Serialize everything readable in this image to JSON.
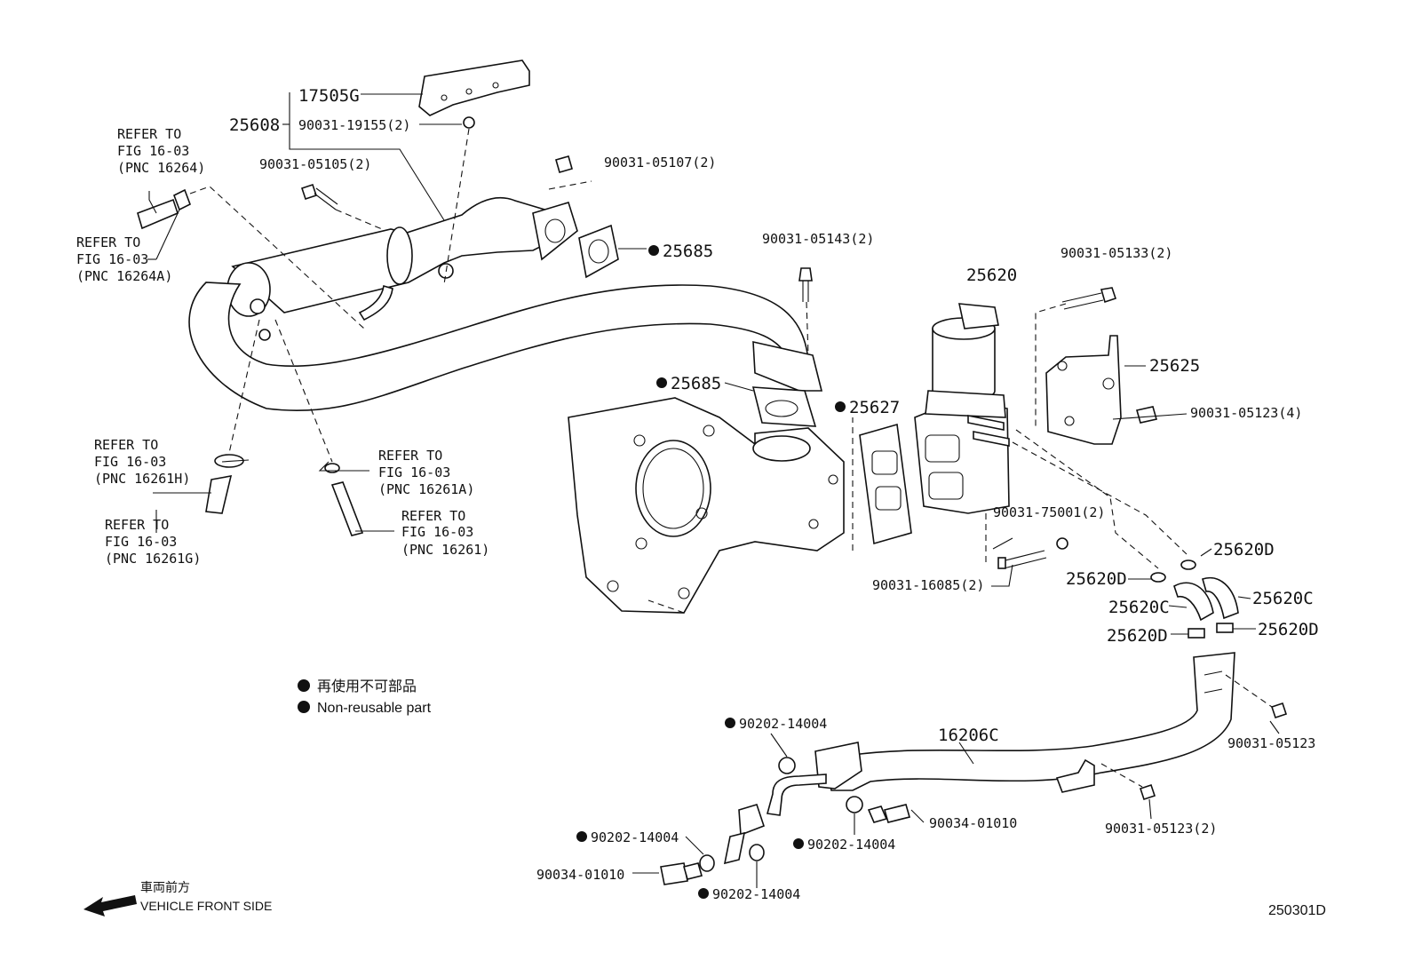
{
  "diagram_id": "250301D",
  "parts": {
    "p17505G": "17505G",
    "p25608": "25608",
    "p90031_19155": "90031-19155(2)",
    "p90031_05105": "90031-05105(2)",
    "p90031_05107": "90031-05107(2)",
    "p25685_top": "25685",
    "p90031_05143": "90031-05143(2)",
    "p25620": "25620",
    "p90031_05133": "90031-05133(2)",
    "p25625": "25625",
    "p90031_05123_4": "90031-05123(4)",
    "p25685_mid": "25685",
    "p25627": "25627",
    "p90031_75001": "90031-75001(2)",
    "p90031_16085": "90031-16085(2)",
    "p25620D_a": "25620D",
    "p25620D_b": "25620D",
    "p25620C_a": "25620C",
    "p25620C_b": "25620C",
    "p25620D_c": "25620D",
    "p25620D_d": "25620D",
    "p90031_05123": "90031-05123",
    "p16206C": "16206C",
    "p90202_a": "90202-14004",
    "p90202_b": "90202-14004",
    "p90202_c": "90202-14004",
    "p90202_d": "90202-14004",
    "p90034_a": "90034-01010",
    "p90034_b": "90034-01010",
    "p90031_05123_2": "90031-05123(2)"
  },
  "refs": {
    "r1": [
      "REFER TO",
      "FIG 16-03",
      "(PNC 16264)"
    ],
    "r2": [
      "REFER TO",
      "FIG 16-03",
      "(PNC 16264A)"
    ],
    "r3": [
      "REFER TO",
      "FIG 16-03",
      "(PNC 16261H)"
    ],
    "r4": [
      "REFER TO",
      "FIG 16-03",
      "(PNC 16261G)"
    ],
    "r5": [
      "REFER TO",
      "FIG 16-03",
      "(PNC 16261A)"
    ],
    "r6": [
      "REFER TO",
      "FIG 16-03",
      "(PNC 16261)"
    ]
  },
  "legend": {
    "jp": "再使用不可部品",
    "en": "Non-reusable part"
  },
  "direction": {
    "jp": "車両前方",
    "en": "VEHICLE FRONT SIDE"
  }
}
